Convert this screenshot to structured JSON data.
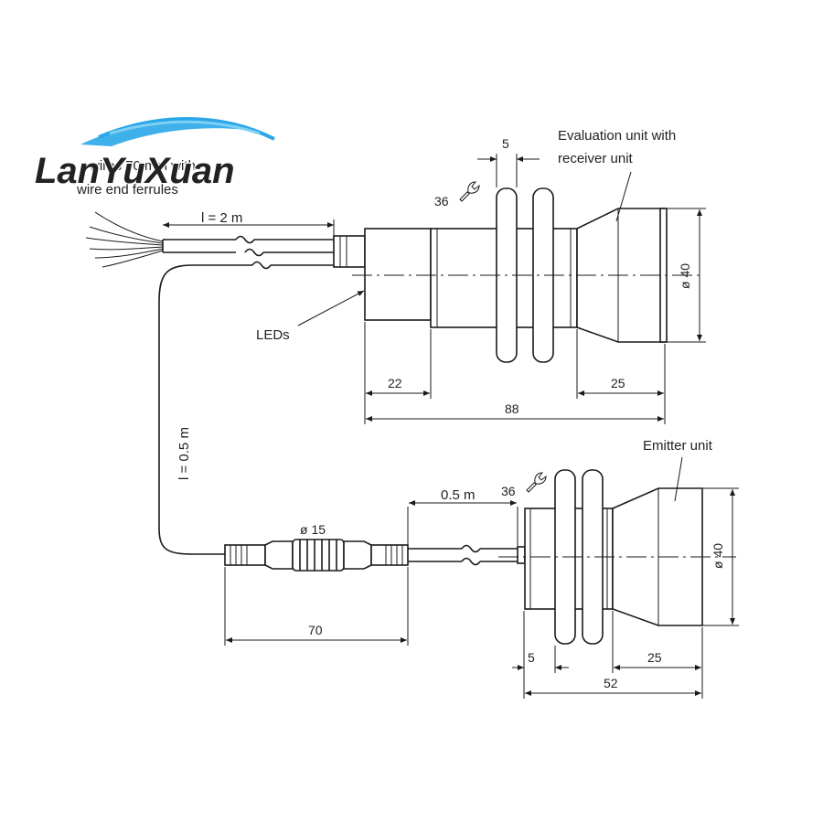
{
  "logo": {
    "text": "LanYuXuan",
    "color": "#2aa7e8"
  },
  "labels": {
    "wires_line1": "wires 70 mm with",
    "wires_line2": "wire end ferrules",
    "cable_top": "l = 2 m",
    "cable_side": "l = 0.5 m",
    "cable_bottom": "0.5 m",
    "leds": "LEDs",
    "eval_line1": "Evaluation unit with",
    "eval_line2": "receiver unit",
    "emitter": "Emitter unit",
    "connector_dia": "ø 15"
  },
  "dimensions": {
    "top_nut_width": "5",
    "top_wrench": "36",
    "top_diameter": "ø 40",
    "top_left_len": "22",
    "top_right_len": "25",
    "top_total": "88",
    "bot_wrench": "36",
    "bot_diameter": "ø 40",
    "bot_nut_width": "5",
    "bot_right_len": "25",
    "bot_total": "52",
    "connector_len": "70"
  }
}
